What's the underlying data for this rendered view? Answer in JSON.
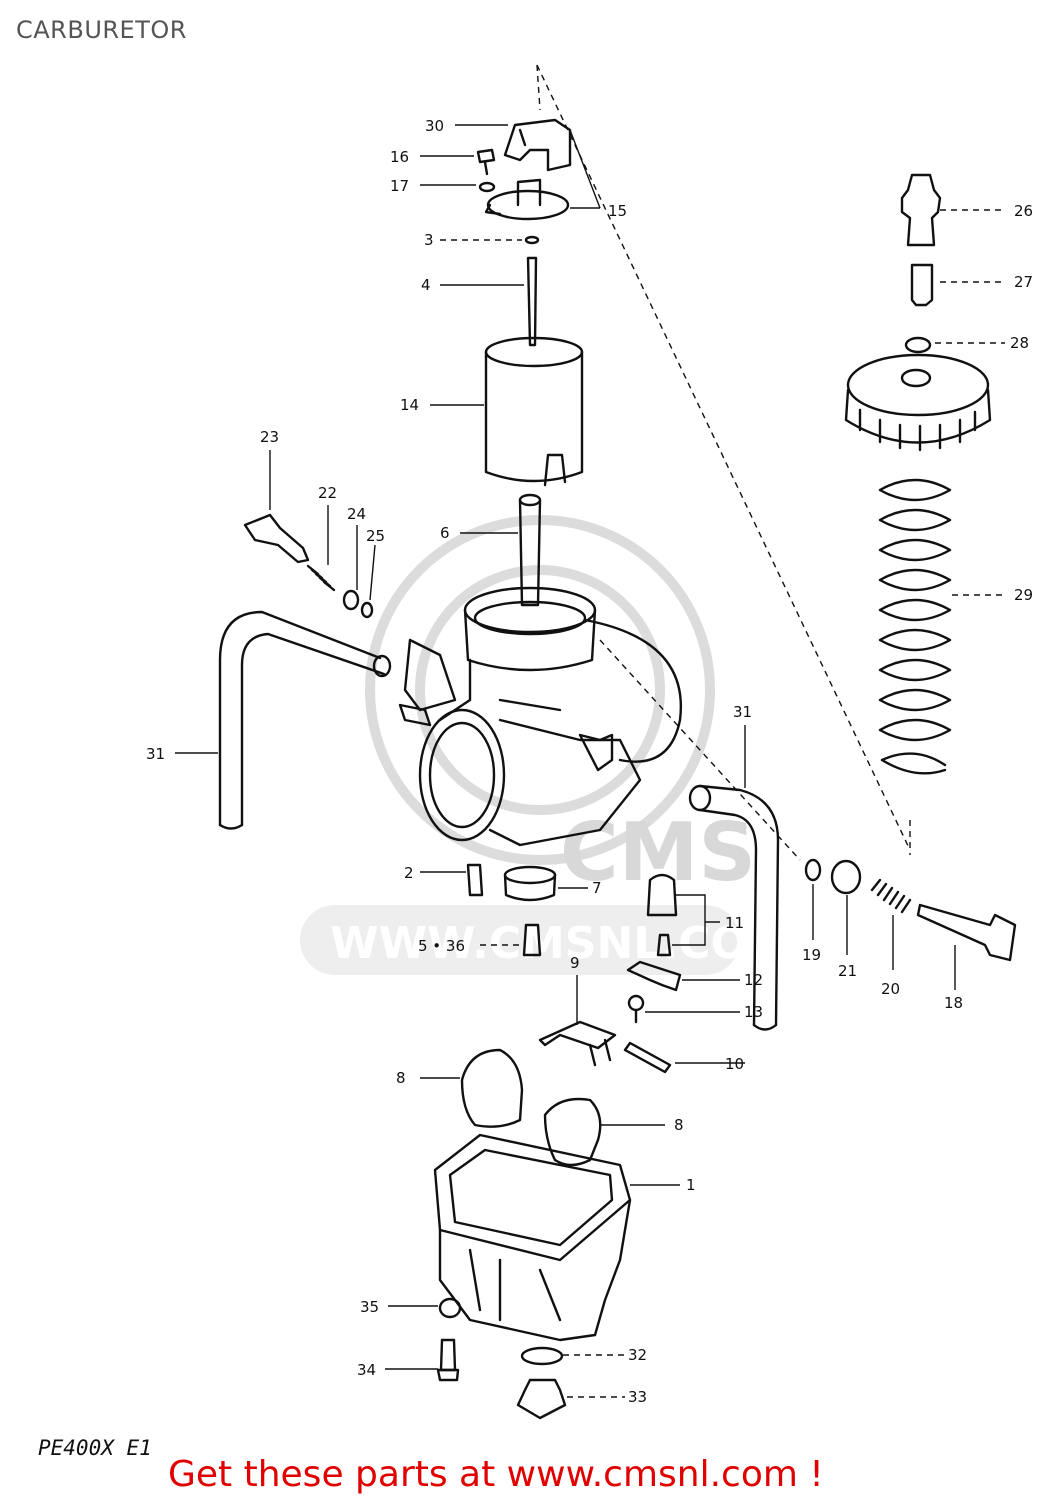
{
  "title": "CARBURETOR",
  "model_code": "PE400X E1",
  "promo_text": "Get these parts at www.cmsnl.com !",
  "watermark": {
    "logo": "CMS",
    "url": "WWW.CMSNL.COM"
  },
  "colors": {
    "promo": "#e10000",
    "title": "#555555",
    "line": "#111111",
    "watermark": "#d8d8d8"
  },
  "callouts": [
    {
      "id": "c30",
      "label": "30"
    },
    {
      "id": "c16",
      "label": "16"
    },
    {
      "id": "c17",
      "label": "17"
    },
    {
      "id": "c15",
      "label": "15"
    },
    {
      "id": "c3",
      "label": "3"
    },
    {
      "id": "c4",
      "label": "4"
    },
    {
      "id": "c14",
      "label": "14"
    },
    {
      "id": "c23",
      "label": "23"
    },
    {
      "id": "c22",
      "label": "22"
    },
    {
      "id": "c24",
      "label": "24"
    },
    {
      "id": "c25",
      "label": "25"
    },
    {
      "id": "c6",
      "label": "6"
    },
    {
      "id": "c26",
      "label": "26"
    },
    {
      "id": "c27",
      "label": "27"
    },
    {
      "id": "c28",
      "label": "28"
    },
    {
      "id": "c29",
      "label": "29"
    },
    {
      "id": "c31a",
      "label": "31"
    },
    {
      "id": "c31b",
      "label": "31"
    },
    {
      "id": "c2",
      "label": "2"
    },
    {
      "id": "c7",
      "label": "7"
    },
    {
      "id": "c5",
      "label": "5 • 36"
    },
    {
      "id": "c11",
      "label": "11"
    },
    {
      "id": "c12",
      "label": "12"
    },
    {
      "id": "c13",
      "label": "13"
    },
    {
      "id": "c9",
      "label": "9"
    },
    {
      "id": "c10",
      "label": "10"
    },
    {
      "id": "c19",
      "label": "19"
    },
    {
      "id": "c21",
      "label": "21"
    },
    {
      "id": "c20",
      "label": "20"
    },
    {
      "id": "c18",
      "label": "18"
    },
    {
      "id": "c8a",
      "label": "8"
    },
    {
      "id": "c8b",
      "label": "8"
    },
    {
      "id": "c1",
      "label": "1"
    },
    {
      "id": "c35",
      "label": "35"
    },
    {
      "id": "c32",
      "label": "32"
    },
    {
      "id": "c34",
      "label": "34"
    },
    {
      "id": "c33",
      "label": "33"
    }
  ]
}
